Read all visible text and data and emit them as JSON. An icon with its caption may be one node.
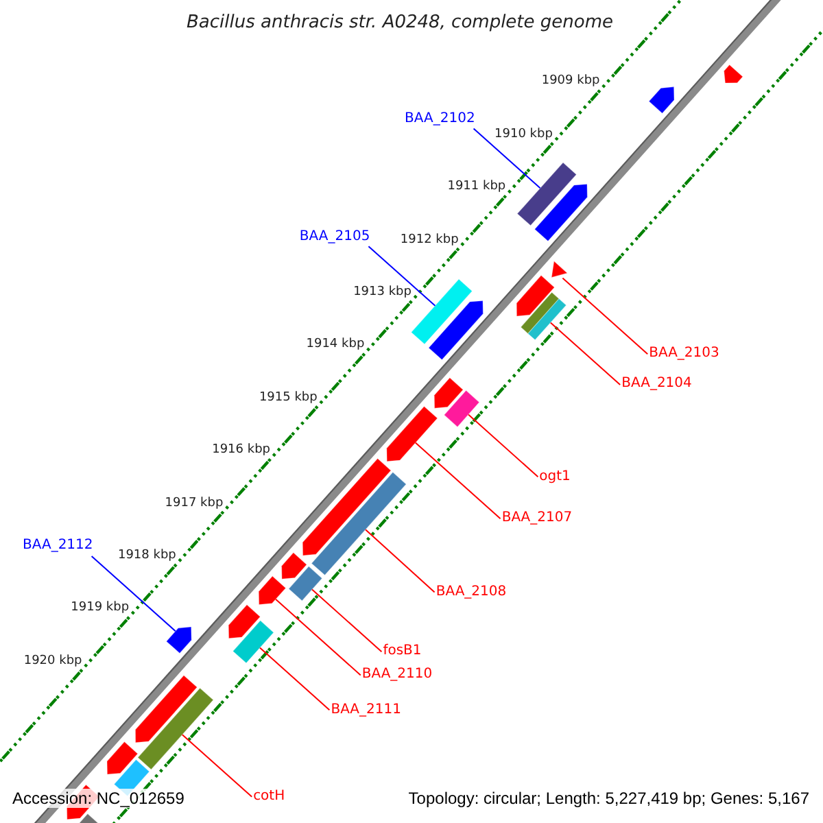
{
  "diagram": {
    "title": "Bacillus anthracis str. A0248, complete genome",
    "nodes": [
      {
        "text": [],
        "shape": "pentagon"
      },
      {
        "text": [],
        "shape": "pentagon"
      },
      {
        "text": [
          "BAA_2102"
        ]
      },
      {
        "text": [],
        "shape": "bar"
      },
      {
        "text": [],
        "shape": "pentagon"
      },
      {
        "text": [
          "BAA_2103"
        ]
      },
      {
        "text": [],
        "shape": "triangle"
      },
      {
        "text": [],
        "shape": "pentagon"
      },
      {
        "text": [],
        "shape": "bar"
      },
      {
        "text": [
          "BAA_2104"
        ]
      },
      {
        "text": [],
        "shape": "bar"
      },
      {
        "text": [
          "BAA_2105"
        ]
      },
      {
        "text": [],
        "shape": "bar"
      },
      {
        "text": [],
        "shape": "pentagon"
      },
      {
        "text": [],
        "shape": "pentagon"
      },
      {
        "text": [
          "ogt1"
        ]
      },
      {
        "text": [],
        "shape": "bar"
      },
      {
        "text": [
          "BAA_2107"
        ]
      },
      {
        "text": [],
        "shape": "pentagon"
      },
      {
        "text": [],
        "shape": "pentagon"
      },
      {
        "text": [
          "BAA_2108"
        ]
      },
      {
        "text": [],
        "shape": "bar"
      },
      {
        "text": [],
        "shape": "pentagon"
      },
      {
        "text": [
          "fosB1"
        ]
      },
      {
        "text": [],
        "shape": "bar"
      },
      {
        "text": [
          "BAA_2110"
        ]
      },
      {
        "text": [],
        "shape": "pentagon"
      },
      {
        "text": [],
        "shape": "pentagon"
      },
      {
        "text": [
          "BAA_2111"
        ]
      },
      {
        "text": [],
        "shape": "bar"
      },
      {
        "text": [
          "BAA_2112"
        ]
      },
      {
        "text": [],
        "shape": "pentagon"
      },
      {
        "text": [],
        "shape": "pentagon"
      },
      {
        "text": [
          "cotH"
        ]
      },
      {
        "text": [],
        "shape": "bar"
      },
      {
        "text": [],
        "shape": "pentagon"
      },
      {
        "text": [],
        "shape": "bar"
      },
      {
        "text": [],
        "shape": "pentagon"
      },
      {
        "text": [],
        "shape": "bar"
      }
    ],
    "edges": [
      {
        "from": 2,
        "to": 3,
        "arrow": "none",
        "color": "#0000ff"
      },
      {
        "from": 5,
        "to": 6,
        "arrow": "none"
      },
      {
        "from": 9,
        "to": 10,
        "arrow": "none"
      },
      {
        "from": 11,
        "to": 12,
        "arrow": "none",
        "color": "#0000ff"
      },
      {
        "from": 15,
        "to": 16,
        "arrow": "none"
      },
      {
        "from": 17,
        "to": 18,
        "arrow": "none"
      },
      {
        "from": 20,
        "to": 21,
        "arrow": "none"
      },
      {
        "from": 23,
        "to": 24,
        "arrow": "none"
      },
      {
        "from": 25,
        "to": 26,
        "arrow": "none"
      },
      {
        "from": 28,
        "to": 29,
        "arrow": "none"
      },
      {
        "from": 30,
        "to": 31,
        "arrow": "none",
        "color": "#0000ff"
      },
      {
        "from": 33,
        "to": 34,
        "arrow": "none"
      }
    ],
    "labels": [
      "1909 kbp",
      "1910 kbp",
      "1911 kbp",
      "1912 kbp",
      "1913 kbp",
      "1914 kbp",
      "1915 kbp",
      "1916 kbp",
      "1917 kbp",
      "1918 kbp",
      "1919 kbp",
      "1920 kbp",
      "Accession: NC_012659",
      "Topology: circular; Length: 5,227,419 bp; Genes: 5,167"
    ]
  }
}
